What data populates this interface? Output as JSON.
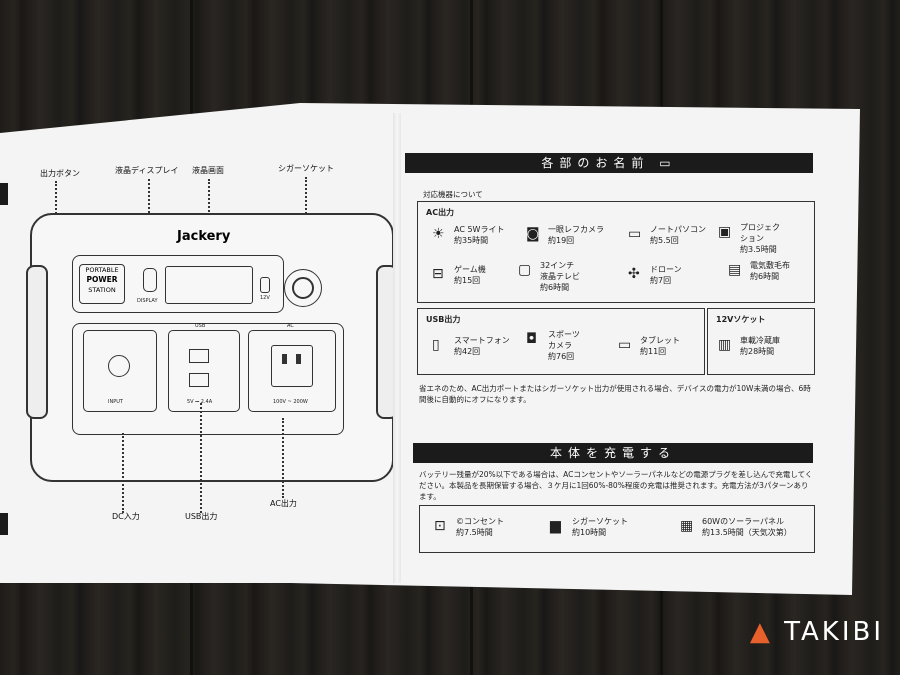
{
  "left_page": {
    "labels": {
      "power_button": "出力ボタン",
      "lcd_display": "液晶ディスプレイ",
      "lcd_screen": "液晶画面",
      "cigar_socket": "シガーソケット",
      "dc_input": "DC入力",
      "usb_output": "USB出力",
      "ac_output": "AC出力"
    },
    "device": {
      "brand": "Jackery",
      "badge_line1": "PORTABLE",
      "badge_line2": "POWER",
      "badge_line3": "STATION",
      "display_text": "DISPLAY",
      "v12": "12V",
      "usb": "USB",
      "ac": "AC",
      "input": "INPUT",
      "usb_spec": "5V ⎓ 2.4A",
      "ac_spec": "100V ~ 200W"
    }
  },
  "right_page": {
    "section1_title": "各部のお名前",
    "compatible_title": "対応機器について",
    "ac_heading": "AC出力",
    "ac_items": [
      {
        "name": "AC 5Wライト",
        "time": "約35時間",
        "icon": "light-bulb-icon"
      },
      {
        "name": "一眼レフカメラ",
        "time": "約19回",
        "icon": "camera-icon"
      },
      {
        "name": "ノートパソコン",
        "time": "約5.5回",
        "icon": "laptop-icon"
      },
      {
        "name": "プロジェク\nション",
        "time": "約3.5時間",
        "icon": "projector-icon"
      },
      {
        "name": "ゲーム機",
        "time": "約15回",
        "icon": "game-console-icon"
      },
      {
        "name": "32インチ\n液晶テレビ",
        "time": "約6時間",
        "icon": "tv-icon"
      },
      {
        "name": "ドローン",
        "time": "約7回",
        "icon": "drone-icon"
      },
      {
        "name": "電気敷毛布",
        "time": "約6時間",
        "icon": "blanket-icon"
      }
    ],
    "usb_heading": "USB出力",
    "usb_items": [
      {
        "name": "スマートフォン",
        "time": "約42回",
        "icon": "smartphone-icon"
      },
      {
        "name": "スポーツ\nカメラ",
        "time": "約76回",
        "icon": "sports-camera-icon"
      },
      {
        "name": "タブレット",
        "time": "約11回",
        "icon": "tablet-icon"
      }
    ],
    "v12_heading": "12Vソケット",
    "v12_items": [
      {
        "name": "車載冷蔵庫",
        "time": "約28時間",
        "icon": "fridge-icon"
      }
    ],
    "eco_note": "省エネのため、AC出力ポートまたはシガーソケット出力が使用される場合、デバイスの電力が10W未満の場合、6時間後に自動的にオフになります。",
    "section2_title": "本体を充電する",
    "charge_note": "バッテリー残量が20%以下である場合は、ACコンセントやソーラーパネルなどの電源プラグを差し込んで充電してください。本製品を長期保管する場合、３ケ月に1回60%-80%程度の充電は推奨されます。充電方法が3パターンあります。",
    "charge_methods": [
      {
        "name": "©コンセント",
        "time": "約7.5時間",
        "icon": "outlet-icon"
      },
      {
        "name": "シガーソケット",
        "time": "約10時間",
        "icon": "car-icon"
      },
      {
        "name": "60Wのソーラーパネル",
        "time": "約13.5時間（天気次第）",
        "icon": "solar-panel-icon"
      }
    ]
  },
  "watermark": "TAKIBI"
}
